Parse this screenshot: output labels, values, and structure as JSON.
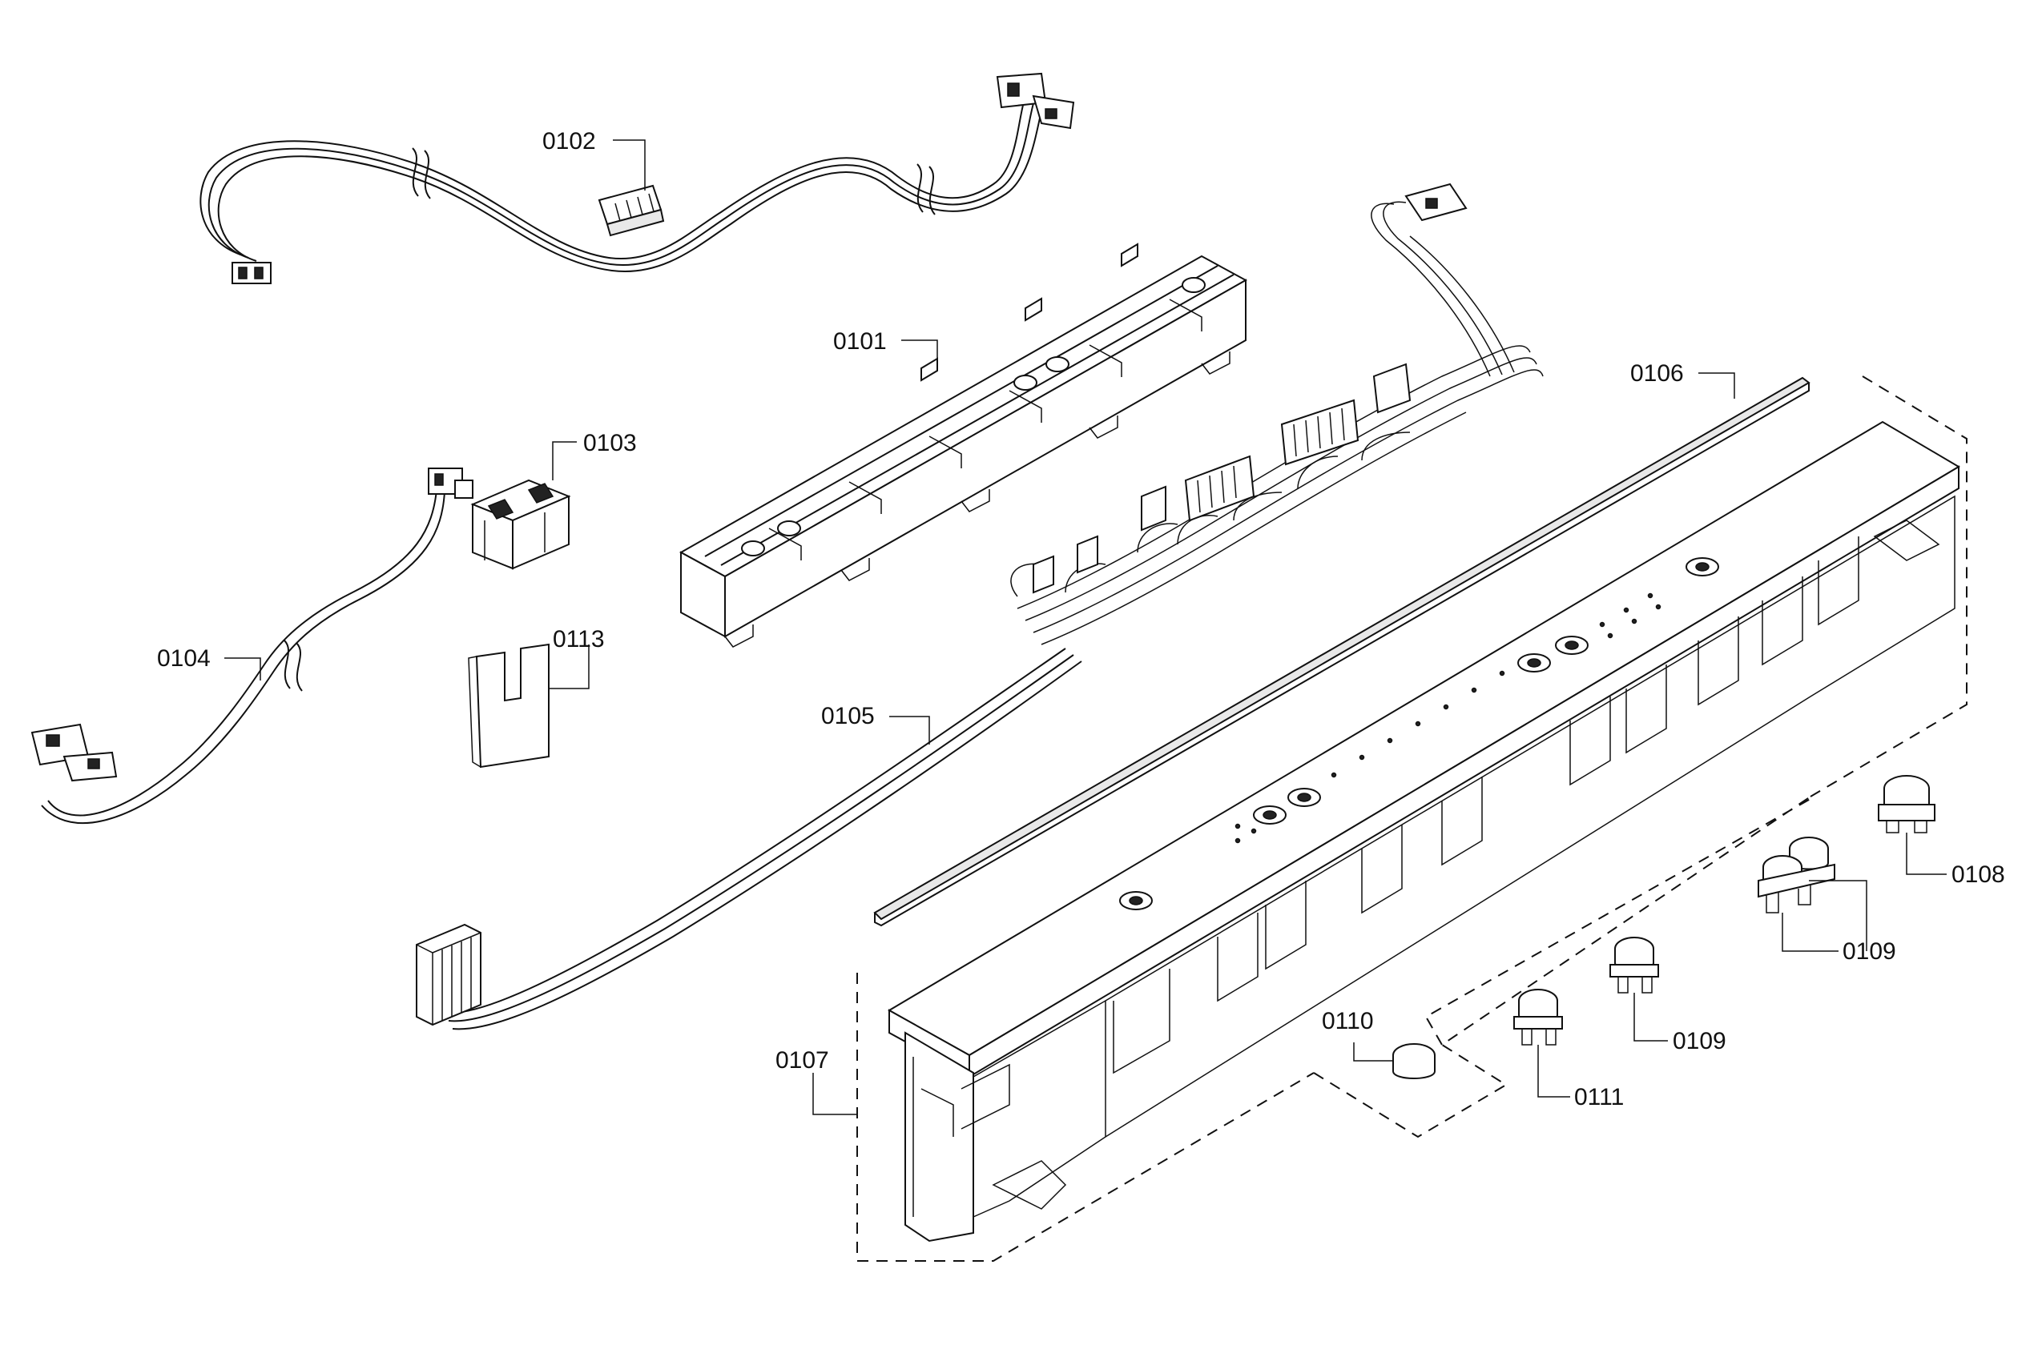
{
  "labels": {
    "p0101": "0101",
    "p0102": "0102",
    "p0103": "0103",
    "p0104": "0104",
    "p0105": "0105",
    "p0106": "0106",
    "p0107": "0107",
    "p0108": "0108",
    "p0109a": "0109",
    "p0109b": "0109",
    "p0110": "0110",
    "p0111": "0111",
    "p0113": "0113"
  }
}
